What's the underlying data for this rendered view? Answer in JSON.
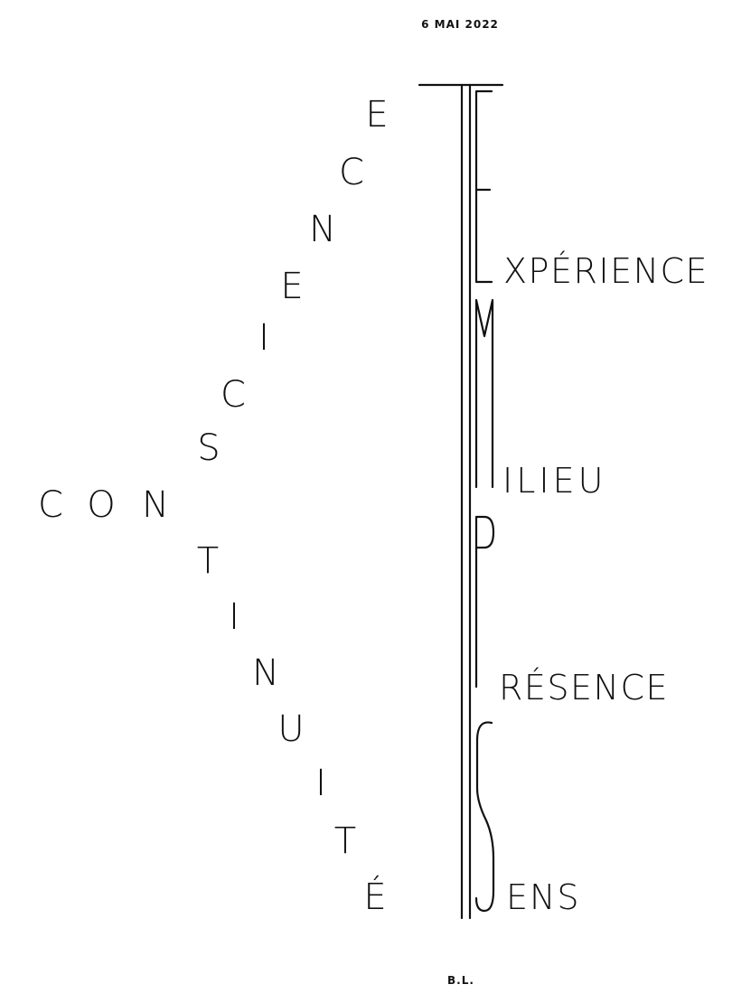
{
  "date": "6 MAI 2022",
  "signature": "B.L.",
  "conscience": {
    "letters": [
      "E",
      "C",
      "N",
      "E",
      "I",
      "C",
      "S",
      "N",
      "O",
      "C"
    ]
  },
  "continuite": {
    "letters": [
      "T",
      "I",
      "N",
      "U",
      "I",
      "T",
      "É"
    ]
  },
  "temps": {
    "lines": {
      "experience": "XPÉRIENCE",
      "milieu": "ILIEU",
      "presence": "RÉSENCE",
      "sens": "ENS"
    }
  },
  "colors": {
    "ink": "#111111",
    "paper": "#ffffff"
  }
}
